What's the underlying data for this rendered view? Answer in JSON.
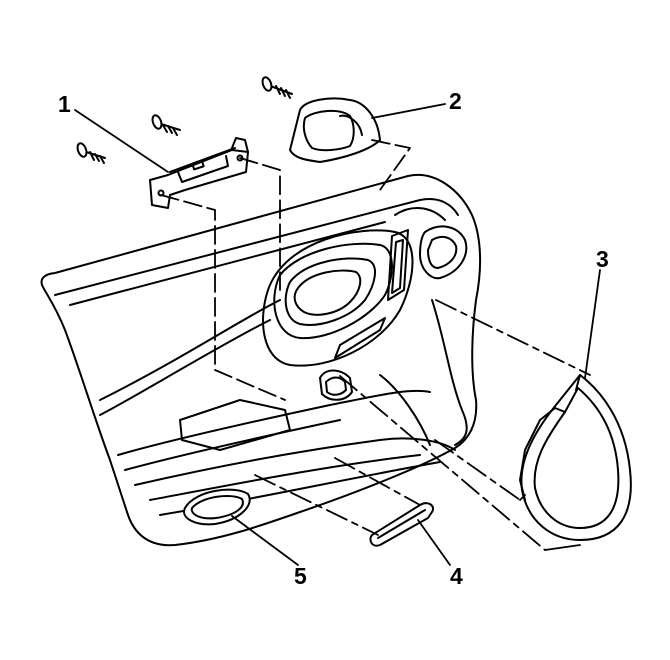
{
  "callouts": {
    "c1": "1",
    "c2": "2",
    "c3": "3",
    "c4": "4",
    "c5": "5"
  },
  "colors": {
    "stroke": "#000000",
    "fill": "#ffffff",
    "shade": "#d8d8d8"
  }
}
